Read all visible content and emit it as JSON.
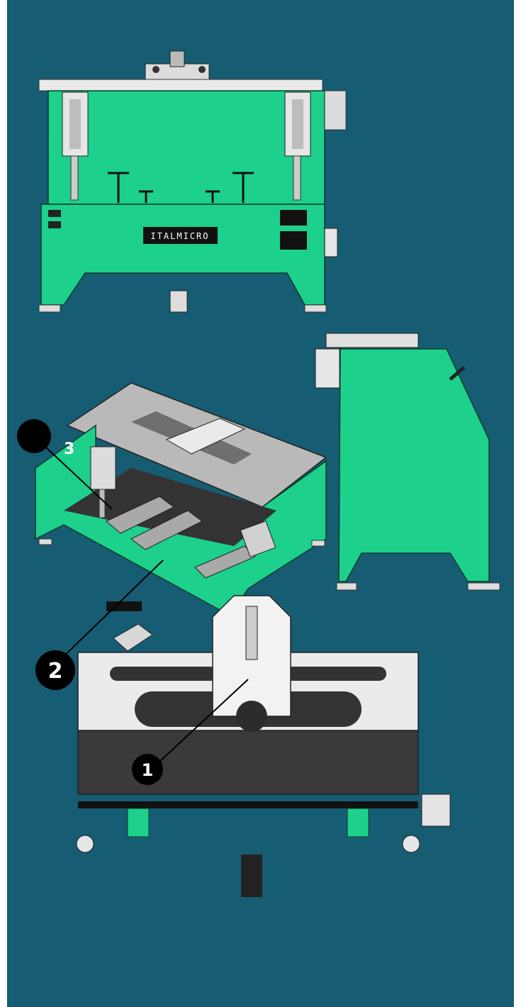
{
  "brand_label": "ITALMICRO",
  "callouts": [
    {
      "id": "1",
      "label": "1"
    },
    {
      "id": "2",
      "label": "2"
    },
    {
      "id": "3",
      "label": "3"
    }
  ],
  "colors": {
    "background": "#165c73",
    "machine_body": "#1dd08b",
    "machine_shade": "#12b172",
    "table_top": "#eaeaea",
    "dark_parts": "#222222",
    "callout_fill": "#000000",
    "callout_text": "#ffffff"
  }
}
